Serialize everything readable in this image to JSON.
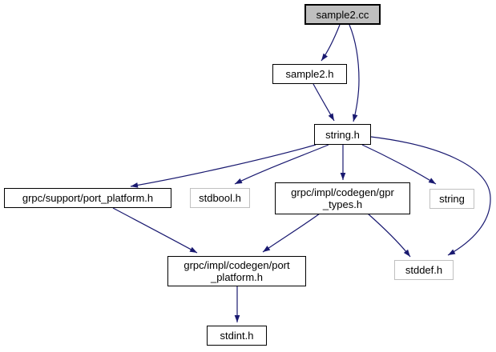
{
  "diagram": {
    "type": "include-dependency-graph",
    "background_color": "#ffffff",
    "edge_color": "#191970",
    "root_fill_color": "#bfbfbf",
    "internal_border_color": "#000000",
    "external_border_color": "#c0c0c0",
    "nodes": [
      {
        "id": "sample2-cc",
        "label": "sample2.cc",
        "lines": [
          "sample2.cc"
        ],
        "kind": "root"
      },
      {
        "id": "sample2-h",
        "label": "sample2.h",
        "lines": [
          "sample2.h"
        ],
        "kind": "internal"
      },
      {
        "id": "string-h",
        "label": "string.h",
        "lines": [
          "string.h"
        ],
        "kind": "internal"
      },
      {
        "id": "grpc-support-port-platform-h",
        "label": "grpc/support/port_platform.h",
        "lines": [
          "grpc/support/port_platform.h"
        ],
        "kind": "internal"
      },
      {
        "id": "stdbool-h",
        "label": "stdbool.h",
        "lines": [
          "stdbool.h"
        ],
        "kind": "external"
      },
      {
        "id": "grpc-impl-codegen-gpr-types-h",
        "label": "grpc/impl/codegen/gpr_types.h",
        "lines": [
          "grpc/impl/codegen/gpr",
          "_types.h"
        ],
        "kind": "internal"
      },
      {
        "id": "string",
        "label": "string",
        "lines": [
          "string"
        ],
        "kind": "external"
      },
      {
        "id": "grpc-impl-codegen-port-platform-h",
        "label": "grpc/impl/codegen/port_platform.h",
        "lines": [
          "grpc/impl/codegen/port",
          "_platform.h"
        ],
        "kind": "internal"
      },
      {
        "id": "stddef-h",
        "label": "stddef.h",
        "lines": [
          "stddef.h"
        ],
        "kind": "external"
      },
      {
        "id": "stdint-h",
        "label": "stdint.h",
        "lines": [
          "stdint.h"
        ],
        "kind": "internal"
      }
    ],
    "edges": [
      {
        "from": "sample2.cc",
        "to": "sample2.h"
      },
      {
        "from": "sample2.cc",
        "to": "string.h"
      },
      {
        "from": "sample2.h",
        "to": "string.h"
      },
      {
        "from": "string.h",
        "to": "grpc/support/port_platform.h"
      },
      {
        "from": "string.h",
        "to": "stdbool.h"
      },
      {
        "from": "string.h",
        "to": "grpc/impl/codegen/gpr_types.h"
      },
      {
        "from": "string.h",
        "to": "string"
      },
      {
        "from": "string.h",
        "to": "stddef.h"
      },
      {
        "from": "grpc/support/port_platform.h",
        "to": "grpc/impl/codegen/port_platform.h"
      },
      {
        "from": "grpc/impl/codegen/gpr_types.h",
        "to": "grpc/impl/codegen/port_platform.h"
      },
      {
        "from": "grpc/impl/codegen/gpr_types.h",
        "to": "stddef.h"
      },
      {
        "from": "grpc/impl/codegen/port_platform.h",
        "to": "stdint.h"
      }
    ]
  }
}
